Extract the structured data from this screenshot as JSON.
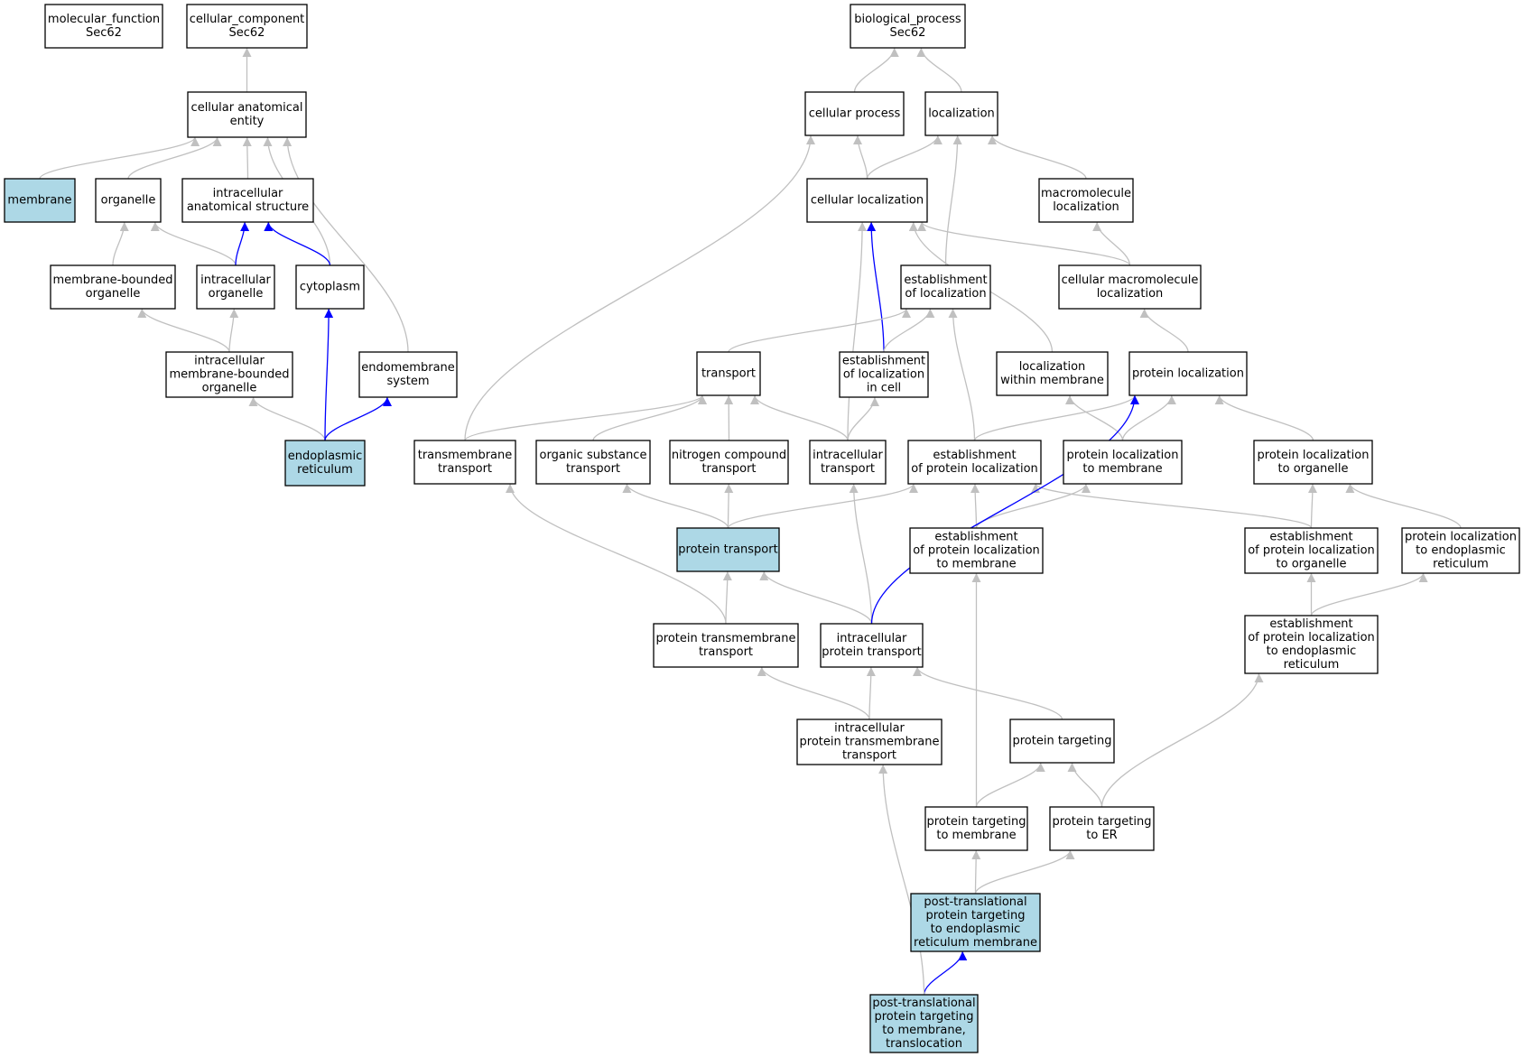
{
  "colors": {
    "highlight_fill": "#add8e6",
    "default_fill": "#ffffff",
    "border": "#000000",
    "edge_default": "#c0c0c0",
    "edge_highlight": "#0000ff"
  },
  "nodes": {
    "molecular_function": {
      "lines": [
        "molecular_function",
        "Sec62"
      ],
      "highlighted": false
    },
    "cellular_component": {
      "lines": [
        "cellular_component",
        "Sec62"
      ],
      "highlighted": false
    },
    "biological_process": {
      "lines": [
        "biological_process",
        "Sec62"
      ],
      "highlighted": false
    },
    "cellular_anatomical_entity": {
      "lines": [
        "cellular anatomical",
        "entity"
      ],
      "highlighted": false
    },
    "membrane": {
      "lines": [
        "membrane"
      ],
      "highlighted": true
    },
    "organelle": {
      "lines": [
        "organelle"
      ],
      "highlighted": false
    },
    "intracellular_anatomical_structure": {
      "lines": [
        "intracellular",
        "anatomical structure"
      ],
      "highlighted": false
    },
    "membrane_bounded_organelle": {
      "lines": [
        "membrane-bounded",
        "organelle"
      ],
      "highlighted": false
    },
    "intracellular_organelle": {
      "lines": [
        "intracellular",
        "organelle"
      ],
      "highlighted": false
    },
    "cytoplasm": {
      "lines": [
        "cytoplasm"
      ],
      "highlighted": false
    },
    "intracellular_membrane_bounded_organelle": {
      "lines": [
        "intracellular",
        "membrane-bounded",
        "organelle"
      ],
      "highlighted": false
    },
    "endomembrane_system": {
      "lines": [
        "endomembrane",
        "system"
      ],
      "highlighted": false
    },
    "endoplasmic_reticulum": {
      "lines": [
        "endoplasmic",
        "reticulum"
      ],
      "highlighted": true
    },
    "cellular_process": {
      "lines": [
        "cellular process"
      ],
      "highlighted": false
    },
    "localization": {
      "lines": [
        "localization"
      ],
      "highlighted": false
    },
    "cellular_localization": {
      "lines": [
        "cellular localization"
      ],
      "highlighted": false
    },
    "macromolecule_localization": {
      "lines": [
        "macromolecule",
        "localization"
      ],
      "highlighted": false
    },
    "establishment_of_localization": {
      "lines": [
        "establishment",
        "of localization"
      ],
      "highlighted": false
    },
    "cellular_macromolecule_localization": {
      "lines": [
        "cellular macromolecule",
        "localization"
      ],
      "highlighted": false
    },
    "transport": {
      "lines": [
        "transport"
      ],
      "highlighted": false
    },
    "establishment_of_localization_in_cell": {
      "lines": [
        "establishment",
        "of localization",
        "in cell"
      ],
      "highlighted": false
    },
    "localization_within_membrane": {
      "lines": [
        "localization",
        "within membrane"
      ],
      "highlighted": false
    },
    "protein_localization": {
      "lines": [
        "protein localization"
      ],
      "highlighted": false
    },
    "transmembrane_transport": {
      "lines": [
        "transmembrane",
        "transport"
      ],
      "highlighted": false
    },
    "organic_substance_transport": {
      "lines": [
        "organic substance",
        "transport"
      ],
      "highlighted": false
    },
    "nitrogen_compound_transport": {
      "lines": [
        "nitrogen compound",
        "transport"
      ],
      "highlighted": false
    },
    "intracellular_transport": {
      "lines": [
        "intracellular",
        "transport"
      ],
      "highlighted": false
    },
    "establishment_of_protein_localization": {
      "lines": [
        "establishment",
        "of protein localization"
      ],
      "highlighted": false
    },
    "protein_localization_to_membrane": {
      "lines": [
        "protein localization",
        "to membrane"
      ],
      "highlighted": false
    },
    "protein_localization_to_organelle": {
      "lines": [
        "protein localization",
        "to organelle"
      ],
      "highlighted": false
    },
    "protein_transport": {
      "lines": [
        "protein transport"
      ],
      "highlighted": true
    },
    "establishment_of_protein_localization_to_membrane": {
      "lines": [
        "establishment",
        "of protein localization",
        "to membrane"
      ],
      "highlighted": false
    },
    "establishment_of_protein_localization_to_organelle": {
      "lines": [
        "establishment",
        "of protein localization",
        "to organelle"
      ],
      "highlighted": false
    },
    "protein_localization_to_endoplasmic_reticulum": {
      "lines": [
        "protein localization",
        "to endoplasmic",
        "reticulum"
      ],
      "highlighted": false
    },
    "protein_transmembrane_transport": {
      "lines": [
        "protein transmembrane",
        "transport"
      ],
      "highlighted": false
    },
    "intracellular_protein_transport": {
      "lines": [
        "intracellular",
        "protein transport"
      ],
      "highlighted": false
    },
    "establishment_of_protein_localization_to_er": {
      "lines": [
        "establishment",
        "of protein localization",
        "to endoplasmic",
        "reticulum"
      ],
      "highlighted": false
    },
    "intracellular_protein_transmembrane_transport": {
      "lines": [
        "intracellular",
        "protein transmembrane",
        "transport"
      ],
      "highlighted": false
    },
    "protein_targeting": {
      "lines": [
        "protein targeting"
      ],
      "highlighted": false
    },
    "protein_targeting_to_membrane": {
      "lines": [
        "protein targeting",
        "to membrane"
      ],
      "highlighted": false
    },
    "protein_targeting_to_er": {
      "lines": [
        "protein targeting",
        "to ER"
      ],
      "highlighted": false
    },
    "post_translational_protein_targeting_to_er_membrane": {
      "lines": [
        "post-translational",
        "protein targeting",
        "to endoplasmic",
        "reticulum membrane"
      ],
      "highlighted": true
    },
    "post_translational_protein_targeting_to_membrane_translocation": {
      "lines": [
        "post-translational",
        "protein targeting",
        "to membrane,",
        "translocation"
      ],
      "highlighted": true
    }
  },
  "edges": [
    {
      "from": "cellular_anatomical_entity",
      "to": "cellular_component",
      "highlighted": false
    },
    {
      "from": "membrane",
      "to": "cellular_anatomical_entity",
      "highlighted": false
    },
    {
      "from": "organelle",
      "to": "cellular_anatomical_entity",
      "highlighted": false
    },
    {
      "from": "intracellular_anatomical_structure",
      "to": "cellular_anatomical_entity",
      "highlighted": false
    },
    {
      "from": "cytoplasm",
      "to": "cellular_anatomical_entity",
      "highlighted": false
    },
    {
      "from": "endomembrane_system",
      "to": "cellular_anatomical_entity",
      "highlighted": false
    },
    {
      "from": "membrane_bounded_organelle",
      "to": "organelle",
      "highlighted": false
    },
    {
      "from": "intracellular_organelle",
      "to": "organelle",
      "highlighted": false
    },
    {
      "from": "intracellular_organelle",
      "to": "intracellular_anatomical_structure",
      "highlighted": true
    },
    {
      "from": "cytoplasm",
      "to": "intracellular_anatomical_structure",
      "highlighted": true
    },
    {
      "from": "intracellular_membrane_bounded_organelle",
      "to": "membrane_bounded_organelle",
      "highlighted": false
    },
    {
      "from": "intracellular_membrane_bounded_organelle",
      "to": "intracellular_organelle",
      "highlighted": false
    },
    {
      "from": "endoplasmic_reticulum",
      "to": "intracellular_membrane_bounded_organelle",
      "highlighted": false
    },
    {
      "from": "endoplasmic_reticulum",
      "to": "cytoplasm",
      "highlighted": true
    },
    {
      "from": "endoplasmic_reticulum",
      "to": "endomembrane_system",
      "highlighted": true
    },
    {
      "from": "cellular_process",
      "to": "biological_process",
      "highlighted": false
    },
    {
      "from": "localization",
      "to": "biological_process",
      "highlighted": false
    },
    {
      "from": "cellular_localization",
      "to": "cellular_process",
      "highlighted": false
    },
    {
      "from": "cellular_localization",
      "to": "localization",
      "highlighted": false
    },
    {
      "from": "macromolecule_localization",
      "to": "localization",
      "highlighted": false
    },
    {
      "from": "establishment_of_localization",
      "to": "localization",
      "highlighted": false
    },
    {
      "from": "cellular_macromolecule_localization",
      "to": "cellular_localization",
      "highlighted": false
    },
    {
      "from": "cellular_macromolecule_localization",
      "to": "macromolecule_localization",
      "highlighted": false
    },
    {
      "from": "localization_within_membrane",
      "to": "cellular_localization",
      "highlighted": false
    },
    {
      "from": "establishment_of_localization_in_cell",
      "to": "cellular_localization",
      "highlighted": true
    },
    {
      "from": "establishment_of_localization_in_cell",
      "to": "establishment_of_localization",
      "highlighted": false
    },
    {
      "from": "transport",
      "to": "establishment_of_localization",
      "highlighted": false
    },
    {
      "from": "protein_localization",
      "to": "cellular_macromolecule_localization",
      "highlighted": false
    },
    {
      "from": "transmembrane_transport",
      "to": "cellular_process",
      "highlighted": false
    },
    {
      "from": "transmembrane_transport",
      "to": "transport",
      "highlighted": false
    },
    {
      "from": "organic_substance_transport",
      "to": "transport",
      "highlighted": false
    },
    {
      "from": "nitrogen_compound_transport",
      "to": "transport",
      "highlighted": false
    },
    {
      "from": "intracellular_transport",
      "to": "transport",
      "highlighted": false
    },
    {
      "from": "intracellular_transport",
      "to": "establishment_of_localization_in_cell",
      "highlighted": false
    },
    {
      "from": "intracellular_transport",
      "to": "cellular_localization",
      "highlighted": false
    },
    {
      "from": "establishment_of_protein_localization",
      "to": "establishment_of_localization",
      "highlighted": false
    },
    {
      "from": "establishment_of_protein_localization",
      "to": "protein_localization",
      "highlighted": false
    },
    {
      "from": "protein_localization_to_membrane",
      "to": "protein_localization",
      "highlighted": false
    },
    {
      "from": "protein_localization_to_membrane",
      "to": "localization_within_membrane",
      "highlighted": false
    },
    {
      "from": "protein_localization_to_organelle",
      "to": "protein_localization",
      "highlighted": false
    },
    {
      "from": "protein_transport",
      "to": "organic_substance_transport",
      "highlighted": false
    },
    {
      "from": "protein_transport",
      "to": "nitrogen_compound_transport",
      "highlighted": false
    },
    {
      "from": "protein_transport",
      "to": "establishment_of_protein_localization",
      "highlighted": false
    },
    {
      "from": "establishment_of_protein_localization_to_membrane",
      "to": "establishment_of_protein_localization",
      "highlighted": false
    },
    {
      "from": "establishment_of_protein_localization_to_membrane",
      "to": "protein_localization_to_membrane",
      "highlighted": false
    },
    {
      "from": "establishment_of_protein_localization_to_organelle",
      "to": "establishment_of_protein_localization",
      "highlighted": false
    },
    {
      "from": "establishment_of_protein_localization_to_organelle",
      "to": "protein_localization_to_organelle",
      "highlighted": false
    },
    {
      "from": "protein_localization_to_endoplasmic_reticulum",
      "to": "protein_localization_to_organelle",
      "highlighted": false
    },
    {
      "from": "protein_transmembrane_transport",
      "to": "transmembrane_transport",
      "highlighted": false
    },
    {
      "from": "protein_transmembrane_transport",
      "to": "protein_transport",
      "highlighted": false
    },
    {
      "from": "intracellular_protein_transport",
      "to": "protein_transport",
      "highlighted": false
    },
    {
      "from": "intracellular_protein_transport",
      "to": "intracellular_transport",
      "highlighted": false
    },
    {
      "from": "intracellular_protein_transport",
      "to": "protein_localization",
      "highlighted": true
    },
    {
      "from": "establishment_of_protein_localization_to_er",
      "to": "establishment_of_protein_localization_to_organelle",
      "highlighted": false
    },
    {
      "from": "establishment_of_protein_localization_to_er",
      "to": "protein_localization_to_endoplasmic_reticulum",
      "highlighted": false
    },
    {
      "from": "intracellular_protein_transmembrane_transport",
      "to": "protein_transmembrane_transport",
      "highlighted": false
    },
    {
      "from": "intracellular_protein_transmembrane_transport",
      "to": "intracellular_protein_transport",
      "highlighted": false
    },
    {
      "from": "protein_targeting",
      "to": "intracellular_protein_transport",
      "highlighted": false
    },
    {
      "from": "protein_targeting_to_membrane",
      "to": "protein_targeting",
      "highlighted": false
    },
    {
      "from": "protein_targeting_to_membrane",
      "to": "establishment_of_protein_localization_to_membrane",
      "highlighted": false
    },
    {
      "from": "protein_targeting_to_er",
      "to": "protein_targeting",
      "highlighted": false
    },
    {
      "from": "protein_targeting_to_er",
      "to": "establishment_of_protein_localization_to_er",
      "highlighted": false
    },
    {
      "from": "post_translational_protein_targeting_to_er_membrane",
      "to": "protein_targeting_to_membrane",
      "highlighted": false
    },
    {
      "from": "post_translational_protein_targeting_to_er_membrane",
      "to": "protein_targeting_to_er",
      "highlighted": false
    },
    {
      "from": "post_translational_protein_targeting_to_membrane_translocation",
      "to": "post_translational_protein_targeting_to_er_membrane",
      "highlighted": true
    },
    {
      "from": "post_translational_protein_targeting_to_membrane_translocation",
      "to": "intracellular_protein_transmembrane_transport",
      "highlighted": false
    }
  ]
}
